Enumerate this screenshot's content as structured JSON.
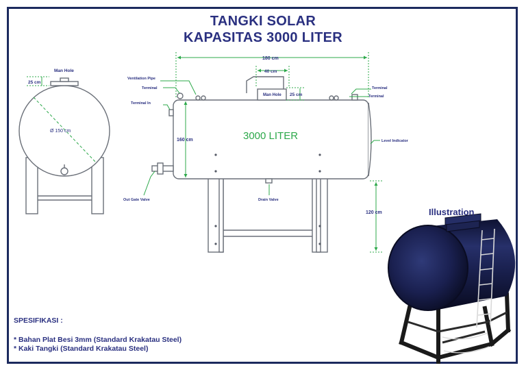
{
  "title": {
    "line1": "TANGKI SOLAR",
    "line2": "KAPASITAS 3000 LITER"
  },
  "side_view": {
    "manhole_label": "Man Hole",
    "manhole_height": "25 cm",
    "diameter": "Ø 150 cm"
  },
  "front_view": {
    "capacity_label": "3000 LITER",
    "length": "180 cm",
    "manhole_width": "40 cm",
    "manhole_height": "25 cm",
    "manhole_label": "Man Hole",
    "tank_height": "160 cm",
    "leg_height": "120 cm",
    "callouts": {
      "ventilation_pipe": "Ventilation Pipe",
      "terminal_left": "Terminal",
      "terminal_in": "Terminal In",
      "out_gate_valve": "Out Gate Valve",
      "drain_valve": "Drain Valve",
      "terminal_right_1": "Terminal",
      "terminal_right_2": "Terminal",
      "level_indicator": "Level Indicator"
    }
  },
  "illustration": {
    "label": "Illustration"
  },
  "specs": {
    "heading": "SPESIFIKASI :",
    "items": [
      "* Bahan Plat Besi 3mm (Standard Krakatau Steel)",
      "* Kaki Tangki (Standard Krakatau Steel)"
    ]
  },
  "colors": {
    "frame": "#1c2a5e",
    "title": "#2a3080",
    "dimension_lines": "#2ca84a",
    "outline": "#6a6f78",
    "tank_body": "#151a3c"
  }
}
